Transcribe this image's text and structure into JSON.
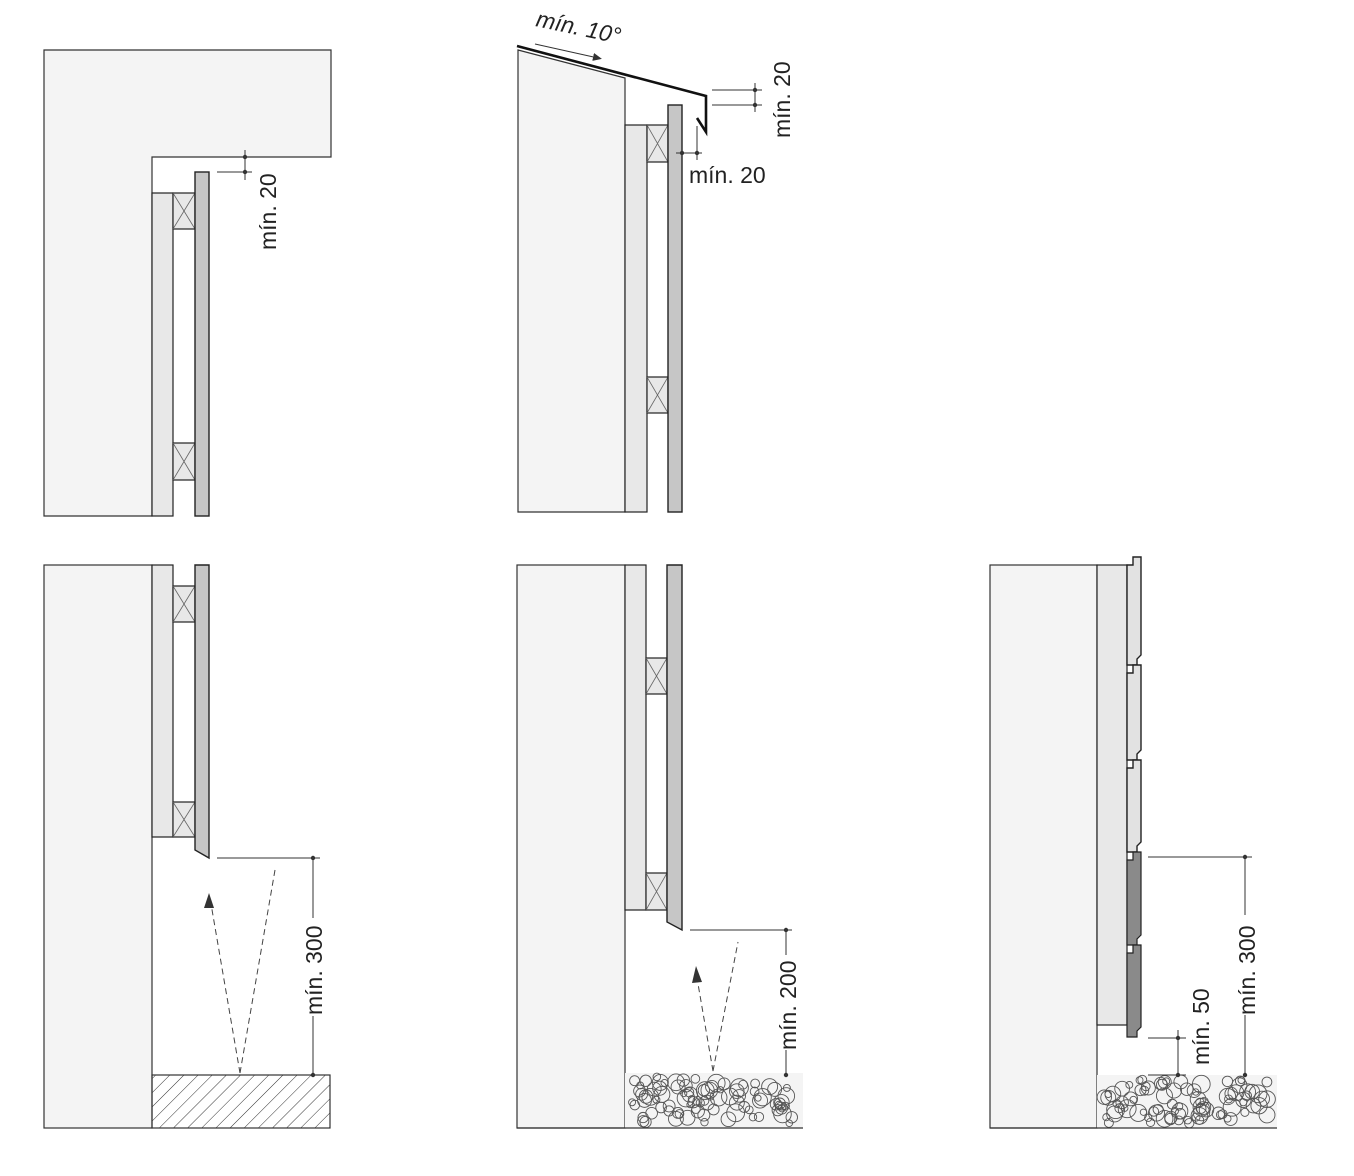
{
  "details": [
    {
      "name": "top-under-overhang",
      "labels": {
        "gap": "mín. 20"
      }
    },
    {
      "name": "top-with-flashing",
      "labels": {
        "slope": "mín. 10°",
        "overlap": "mín. 20",
        "gap": "mín. 20"
      }
    },
    {
      "name": "base-over-hard-ground",
      "labels": {
        "clearance": "mín. 300"
      }
    },
    {
      "name": "base-over-gravel",
      "labels": {
        "clearance": "mín. 200"
      }
    },
    {
      "name": "base-tongue-groove",
      "labels": {
        "clearance": "mín. 300",
        "gravel_gap": "mín. 50"
      }
    }
  ],
  "colors": {
    "wall": "#f4f4f4",
    "insulation": "#e8e8e8",
    "cladding": "#c6c6c6",
    "cladding_dark": "#8a8a8a"
  }
}
